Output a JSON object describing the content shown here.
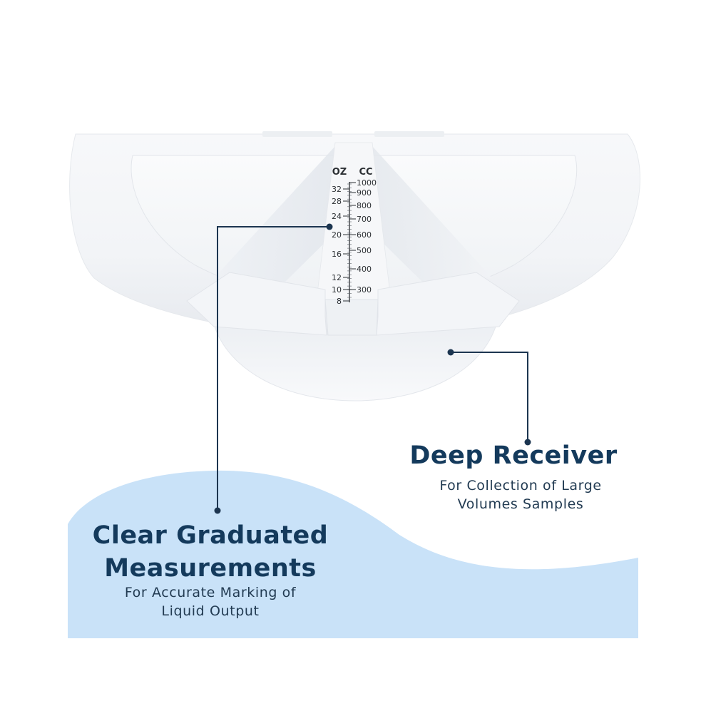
{
  "scale": {
    "oz_header": "OZ",
    "cc_header": "CC",
    "oz_marks": [
      "32",
      "28",
      "24",
      "20",
      "16",
      "12",
      "10",
      "8"
    ],
    "cc_marks": [
      "1000",
      "900",
      "800",
      "700",
      "600",
      "500",
      "400",
      "300"
    ]
  },
  "callouts": {
    "deep_receiver": {
      "title": "Deep Receiver",
      "subtitle_line1": "For Collection of Large",
      "subtitle_line2": "Volumes Samples"
    },
    "graduated": {
      "title_line1": "Clear Graduated",
      "title_line2": "Measurements",
      "subtitle_line1": "For Accurate Marking of",
      "subtitle_line2": "Liquid Output"
    }
  },
  "colors": {
    "text_dark": "#143a5c",
    "wave_blue": "#c9e2f8",
    "leader_line": "#1c3550",
    "product_white": "#fbfcfd"
  }
}
